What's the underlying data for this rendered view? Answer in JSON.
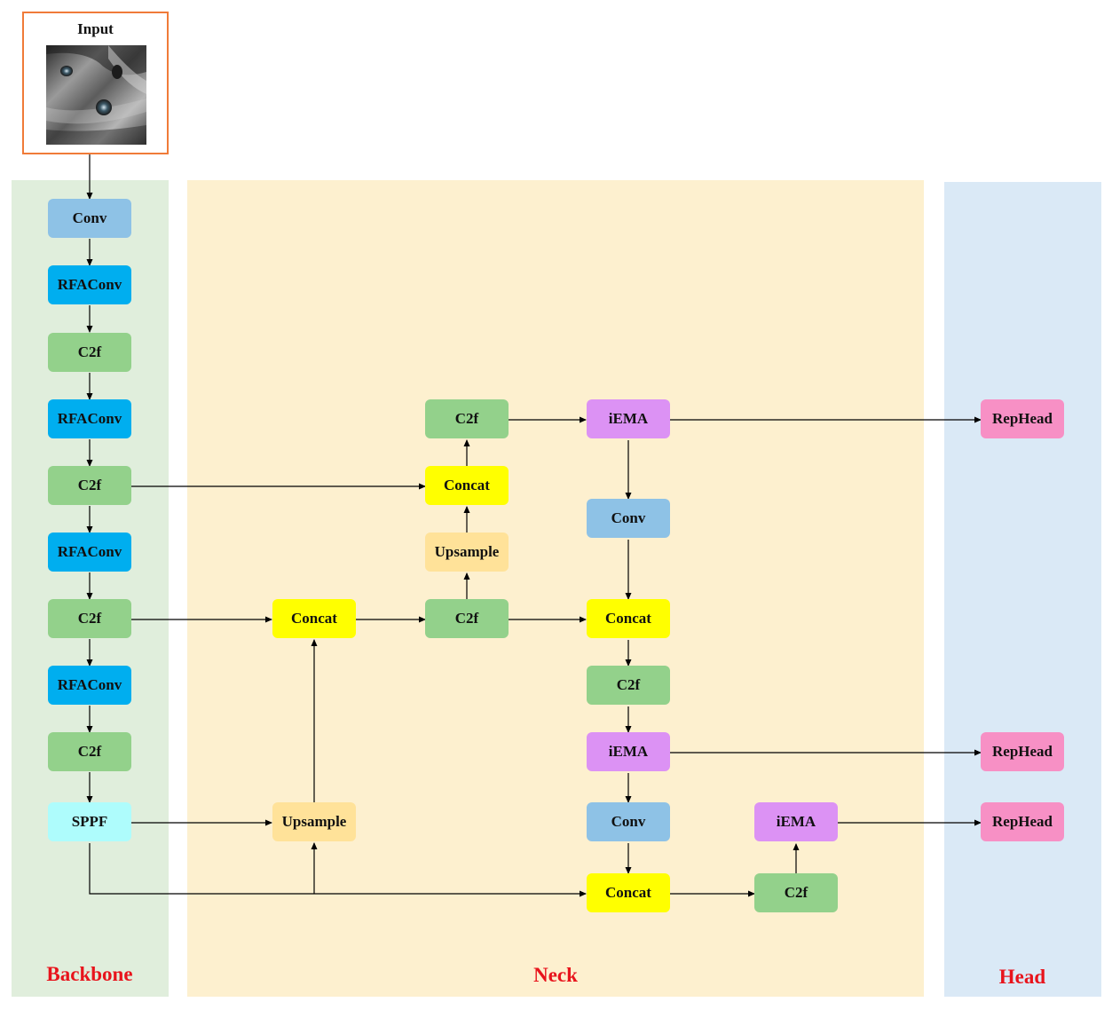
{
  "input": {
    "label": "Input",
    "image_alt": "metal surface with two holes"
  },
  "sections": {
    "backbone": "Backbone",
    "neck": "Neck",
    "head": "Head"
  },
  "backbone": [
    "Conv",
    "RFAConv",
    "C2f",
    "RFAConv",
    "C2f",
    "RFAConv",
    "C2f",
    "RFAConv",
    "C2f",
    "SPPF"
  ],
  "neck": {
    "upsample_1": "Upsample",
    "concat_1": "Concat",
    "c2f_1": "C2f",
    "upsample_2": "Upsample",
    "concat_2": "Concat",
    "c2f_2": "C2f",
    "iema_1": "iEMA",
    "conv_1": "Conv",
    "concat_3": "Concat",
    "c2f_3": "C2f",
    "iema_2": "iEMA",
    "conv_2": "Conv",
    "concat_4": "Concat",
    "c2f_4": "C2f",
    "iema_3": "iEMA"
  },
  "head": [
    "RepHead",
    "RepHead",
    "RepHead"
  ],
  "colors": {
    "conv": "#8ec2e6",
    "rfaconv": "#00aeef",
    "c2f": "#93d18b",
    "concat": "#ffff00",
    "upsample": "#ffe299",
    "iema": "#dc92f4",
    "rephead": "#f790c5",
    "sppf": "#aefcfc",
    "backbone_bg": "#e0eedc",
    "neck_bg": "#fdf0cf",
    "head_bg": "#dae9f6",
    "section_label": "#e8141c",
    "input_border": "#f07b39"
  }
}
